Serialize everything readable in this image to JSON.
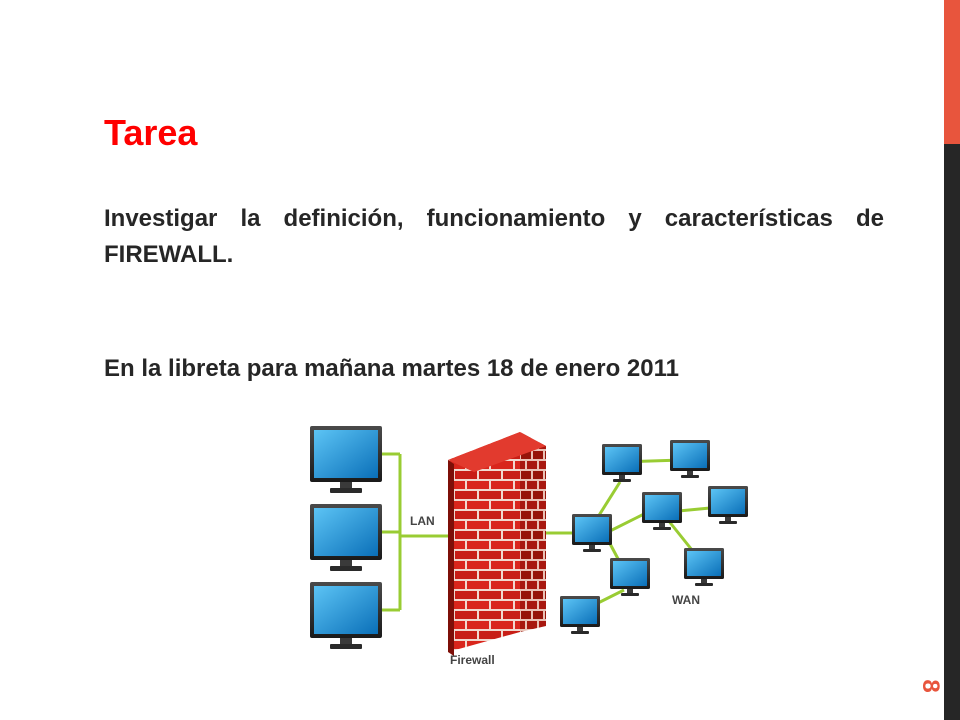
{
  "slide": {
    "title": "Tarea",
    "body": "Investigar la definición, funcionamiento y características de FIREWALL.",
    "note": "En la libreta para mañana martes 18 de enero 2011",
    "page_number": "8"
  },
  "diagram": {
    "lan_label": "LAN",
    "wan_label": "WAN",
    "firewall_label": "Firewall",
    "icons": [
      "computer-monitor-icon",
      "brick-firewall-icon"
    ]
  },
  "colors": {
    "title": "#ff0000",
    "text": "#262626",
    "accent": "#e8553d",
    "sidebar": "#262626",
    "link": "#99cc33",
    "brick": "#d9261c",
    "screen": "#1e9be0"
  }
}
